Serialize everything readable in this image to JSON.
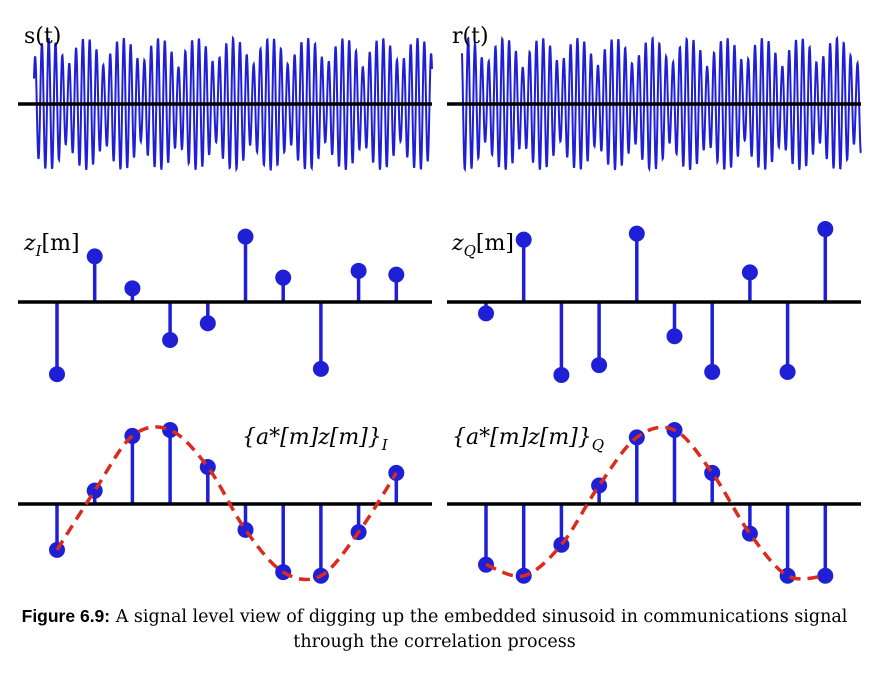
{
  "colors": {
    "signal": "#1f1fd6",
    "stem": "#1f1fd6",
    "axis": "#000000",
    "envelope": "#d92b20"
  },
  "panels": {
    "s_t": {
      "label": "s(t)"
    },
    "r_t": {
      "label": "r(t)"
    },
    "z_i": {
      "label_base": "z",
      "label_sub": "I",
      "label_arg": "[m]",
      "values": [
        -0.95,
        0.6,
        0.18,
        -0.5,
        -0.28,
        0.86,
        0.32,
        -0.88,
        0.41,
        0.36
      ]
    },
    "z_q": {
      "label_base": "z",
      "label_sub": "Q",
      "label_arg": "[m]",
      "values": [
        -0.15,
        0.82,
        -0.96,
        -0.83,
        0.9,
        -0.45,
        -0.92,
        0.39,
        -0.92,
        0.96
      ]
    },
    "corr_i": {
      "label_main": "{a*[m]z[m]}",
      "label_sub": "I",
      "values": [
        -0.62,
        0.18,
        0.92,
        1.0,
        0.5,
        -0.35,
        -0.92,
        -0.97,
        -0.38,
        0.42
      ]
    },
    "corr_q": {
      "label_main": "{a*[m]z[m]}",
      "label_sub": "Q",
      "values": [
        -0.82,
        -0.97,
        -0.55,
        0.25,
        0.9,
        1.0,
        0.42,
        -0.4,
        -0.97,
        -0.97
      ]
    }
  },
  "caption": {
    "label": "Figure 6.9:",
    "text": " A signal level view of digging up the embedded sinusoid in communications signal through the correlation process"
  }
}
